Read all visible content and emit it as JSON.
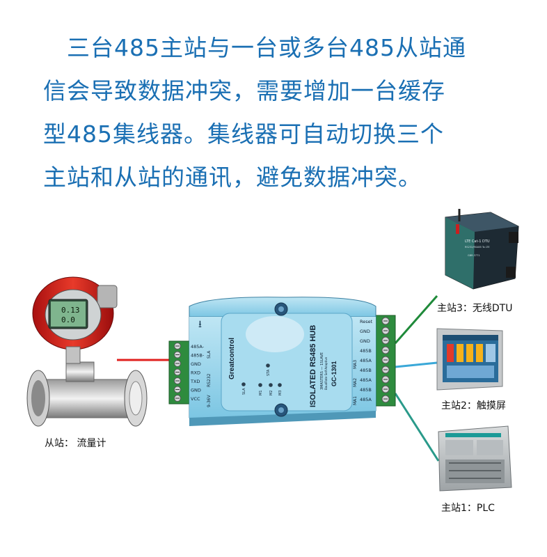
{
  "headline": {
    "line1": "三台485主站与一台或多台485从站通",
    "line2": "信会导致数据冲突，需要增加一台缓存",
    "line3": "型485集线器。集线器可自动切换三个",
    "line4": "主站和从站的通讯，避免数据冲突。"
  },
  "devices": {
    "slave": {
      "caption": "从站：  流量计",
      "display_top": "0.13",
      "display_bottom": "0.0"
    },
    "master3": {
      "caption": "主站3：无线DTU",
      "label1": "LTE Cat-1 DTU",
      "label2": "RS232/RS485 To LTE",
      "label3": "GBR-3771"
    },
    "master2": {
      "caption": "主站2：触摸屏"
    },
    "master1": {
      "caption": "主站1：PLC"
    }
  },
  "hub": {
    "brand": "Greatcontrol",
    "title": "ISOLATED RS485 HUB",
    "subtitle": "3MASTERS — 1SLAVE",
    "subtitle2": "BaudRate Self-Adaptive",
    "model": "GC-1301",
    "left_terminals": [
      "485A-",
      "485B-",
      "GND",
      "RXD",
      "TXD",
      "GND",
      "VCC"
    ],
    "left_groups": [
      "SLA",
      "RS232",
      "9-36V"
    ],
    "right_terminals": [
      "Reset",
      "GND",
      "GND",
      "485B",
      "485A",
      "485B",
      "485A",
      "485B",
      "485A"
    ],
    "right_groups": [
      "MA3",
      "MA2",
      "MA1"
    ],
    "leds": [
      "SLA",
      "M1",
      "M2",
      "M3",
      "STA"
    ]
  },
  "colors": {
    "headline": "#1a6fb3",
    "hub_body": "#8fd0ea",
    "terminal": "#2e8b3e",
    "line_slave": "#e0201e",
    "line_master3": "#1f8a3a",
    "line_master2": "#3aa8d8",
    "line_master1": "#2a9a8a"
  }
}
